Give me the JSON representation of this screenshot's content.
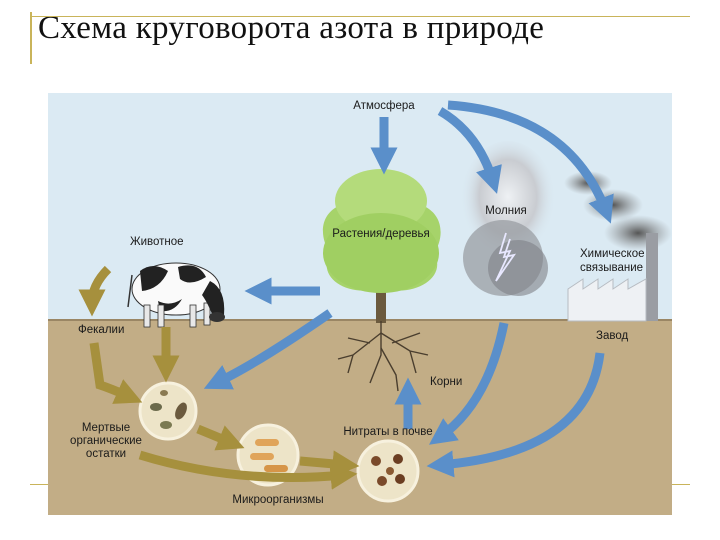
{
  "title": "Схема круговорота азота в природе",
  "labels": {
    "atmosphere": "Атмосфера",
    "lightning": "Молния",
    "plants": "Растения/деревья",
    "animal": "Животное",
    "chemical_1": "Химическое",
    "chemical_2": "связывание",
    "factory": "Завод",
    "feces": "Фекалии",
    "roots": "Корни",
    "dead_1": "Мертвые",
    "dead_2": "органические",
    "dead_3": "остатки",
    "nitrates": "Нитраты в почве",
    "microorganisms": "Микроорганизмы"
  },
  "colors": {
    "sky": "#dbeaf3",
    "soil": "#c2ad86",
    "blue_arrow": "#5a8fca",
    "olive_arrow": "#a6903d",
    "tree": "#a6d36a",
    "title_line": "#c9b45a"
  }
}
